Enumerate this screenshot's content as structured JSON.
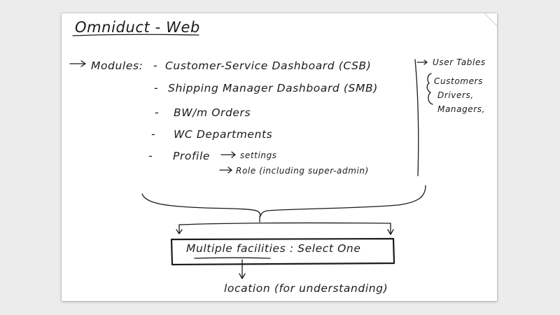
{
  "title": "Omniduct - Web",
  "modules": {
    "heading": "Modules:",
    "items": [
      "Customer-Service Dashboard (CSB)",
      "Shipping Manager Dashboard (SMB)",
      "BW/m Orders",
      "WC Departments",
      "Profile"
    ],
    "profile_sub": [
      "settings",
      "Role (including super-admin)"
    ]
  },
  "user_tables": {
    "heading": "User Tables",
    "items": [
      "Customers",
      "Drivers,",
      "Managers,"
    ]
  },
  "facilities_box": "Multiple facilities : Select One",
  "location_note": "location (for understanding)",
  "colors": {
    "page_background": "#ececec",
    "sheet": "#ffffff",
    "ink": "#1b1b1b"
  }
}
